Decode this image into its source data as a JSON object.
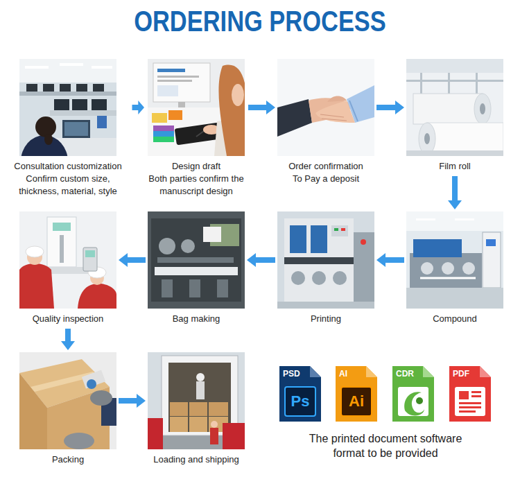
{
  "diagram": {
    "title": "ORDERING PROCESS",
    "nodes": [
      {
        "text": [
          "Consultation customization",
          "Confirm custom size, thickness, material, style"
        ]
      },
      {
        "text": [
          "Design draft",
          "Both parties confirm the manuscript design"
        ]
      },
      {
        "text": [
          "Order confirmation",
          "To Pay a deposit"
        ]
      },
      {
        "text": [
          "Film roll"
        ]
      },
      {
        "text": [
          "Compound"
        ]
      },
      {
        "text": [
          "Printing"
        ]
      },
      {
        "text": [
          "Bag making"
        ]
      },
      {
        "text": [
          "Quality inspection"
        ]
      },
      {
        "text": [
          "Packing"
        ]
      },
      {
        "text": [
          "Loading and shipping"
        ]
      }
    ],
    "edges": [
      {
        "from": 0,
        "to": 1,
        "arrow": "to"
      },
      {
        "from": 1,
        "to": 2,
        "arrow": "to"
      },
      {
        "from": 2,
        "to": 3,
        "arrow": "to"
      },
      {
        "from": 3,
        "to": 4,
        "arrow": "to"
      },
      {
        "from": 4,
        "to": 5,
        "arrow": "to"
      },
      {
        "from": 5,
        "to": 6,
        "arrow": "to"
      },
      {
        "from": 6,
        "to": 7,
        "arrow": "to"
      },
      {
        "from": 7,
        "to": 8,
        "arrow": "to"
      },
      {
        "from": 8,
        "to": 9,
        "arrow": "to"
      }
    ],
    "labels": [
      "PSD",
      "Ps",
      "AI",
      "Ai",
      "CDR",
      "PDF",
      "The printed document software format to be provided"
    ]
  }
}
